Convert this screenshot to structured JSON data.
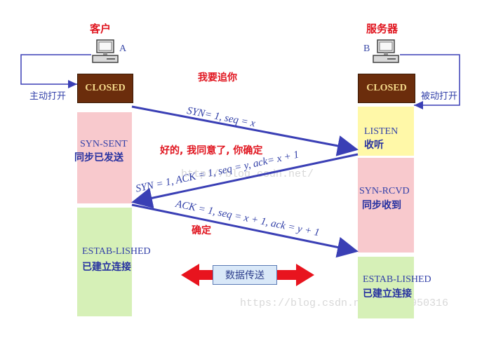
{
  "client": {
    "title": "客户",
    "letter": "A"
  },
  "server": {
    "title": "服务器",
    "letter": "B"
  },
  "client_states": {
    "closed": "CLOSED",
    "syn_sent": "SYN-SENT",
    "syn_sent_cn": "同步已发送",
    "established": "ESTAB-LISHED",
    "established_cn": "已建立连接"
  },
  "server_states": {
    "closed": "CLOSED",
    "listen": "LISTEN",
    "listen_cn": "收听",
    "syn_rcvd": "SYN-RCVD",
    "syn_rcvd_cn": "同步收到",
    "established": "ESTAB-LISHED",
    "established_cn": "已建立连接"
  },
  "labels": {
    "active_open": "主动打开",
    "passive_open": "被动打开",
    "data_transfer": "数据传送"
  },
  "messages": {
    "syn": "SYN= 1, seq = x",
    "syn_ack": "SYN = 1, ACK = 1, seq = y, ack= x + 1",
    "ack": "ACK = 1, seq = x + 1, ack = y + 1"
  },
  "notes": {
    "first": "我要追你",
    "second": "好的, 我同意了, 你确定",
    "third": "确定"
  },
  "watermarks": {
    "center": "http://blog.csdn.net/",
    "bottom": "https://blog.csdn.net/qq_38950316"
  },
  "colors": {
    "arrow_blue": "#3a3fb5",
    "red": "#e0141e",
    "closed_bg": "#6b2d0c",
    "pink": "#f8c9cd",
    "green": "#d6f0b7",
    "yellow": "#fff8a8"
  },
  "icons": {
    "computer": "computer-icon"
  }
}
